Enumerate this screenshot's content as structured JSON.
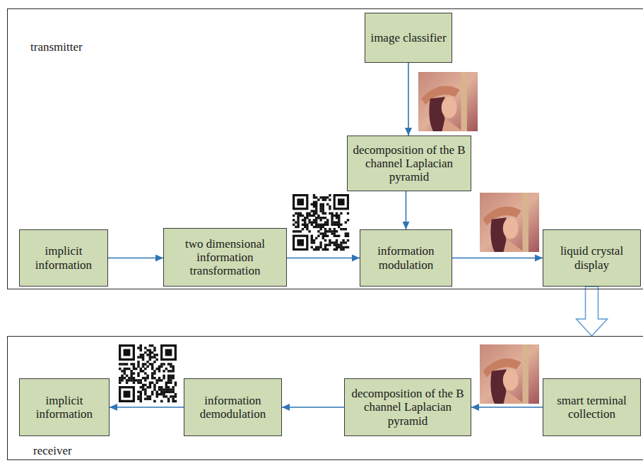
{
  "diagram": {
    "nodes": [
      {
        "text": [
          "transmitter"
        ]
      },
      {
        "text": [
          "image classifier"
        ],
        "in": 0
      },
      {
        "text": [
          "decomposition of the B channel Laplacian pyramid"
        ],
        "in": 0
      },
      {
        "text": [
          "implicit information"
        ],
        "in": 0
      },
      {
        "text": [
          "two dimensional information transformation"
        ],
        "in": 0
      },
      {
        "text": [
          "information modulation"
        ],
        "in": 0
      },
      {
        "text": [
          "liquid crystal display"
        ],
        "in": 0
      },
      {
        "text": [
          "receiver"
        ]
      },
      {
        "text": [
          "implicit information"
        ],
        "in": 7
      },
      {
        "text": [
          "information demodulation"
        ],
        "in": 7
      },
      {
        "text": [
          "decomposition of the B channel Laplacian pyramid"
        ],
        "in": 7
      },
      {
        "text": [
          "smart terminal collection"
        ],
        "in": 7
      }
    ],
    "edges": [
      {
        "from": 1,
        "to": 2,
        "arrow": "to"
      },
      {
        "from": 2,
        "to": 5,
        "arrow": "to"
      },
      {
        "from": 3,
        "to": 4,
        "arrow": "to"
      },
      {
        "from": 4,
        "to": 5,
        "arrow": "to"
      },
      {
        "from": 5,
        "to": 6,
        "arrow": "to"
      },
      {
        "from": 6,
        "to": 7,
        "arrow": "to"
      },
      {
        "from": 11,
        "to": 10,
        "arrow": "to"
      },
      {
        "from": 10,
        "to": 9,
        "arrow": "to"
      },
      {
        "from": 9,
        "to": 8,
        "arrow": "to"
      }
    ]
  }
}
